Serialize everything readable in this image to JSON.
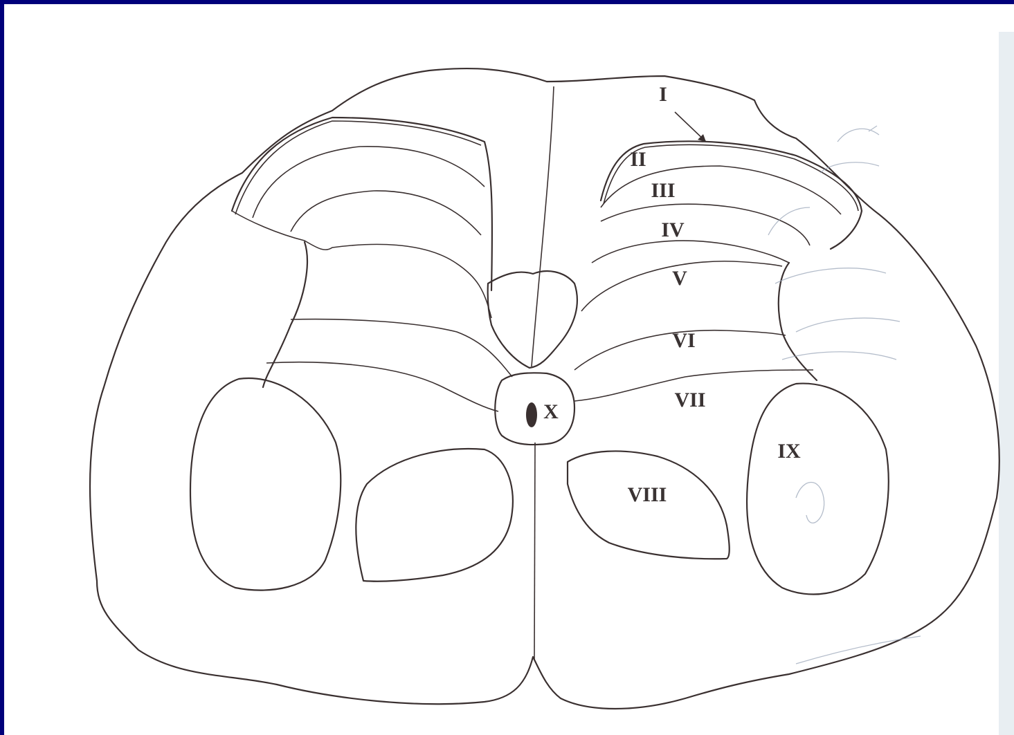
{
  "diagram": {
    "laminae": [
      {
        "id": "I",
        "label": "I"
      },
      {
        "id": "II",
        "label": "II"
      },
      {
        "id": "III",
        "label": "III"
      },
      {
        "id": "IV",
        "label": "IV"
      },
      {
        "id": "V",
        "label": "V"
      },
      {
        "id": "VI",
        "label": "VI"
      },
      {
        "id": "VII",
        "label": "VII"
      },
      {
        "id": "VIII",
        "label": "VIII"
      },
      {
        "id": "IX",
        "label": "IX"
      },
      {
        "id": "X",
        "label": "X"
      }
    ],
    "colors": {
      "frame": "#00007a",
      "line": "#3a3030",
      "pencil": "#9aa6b8"
    }
  }
}
